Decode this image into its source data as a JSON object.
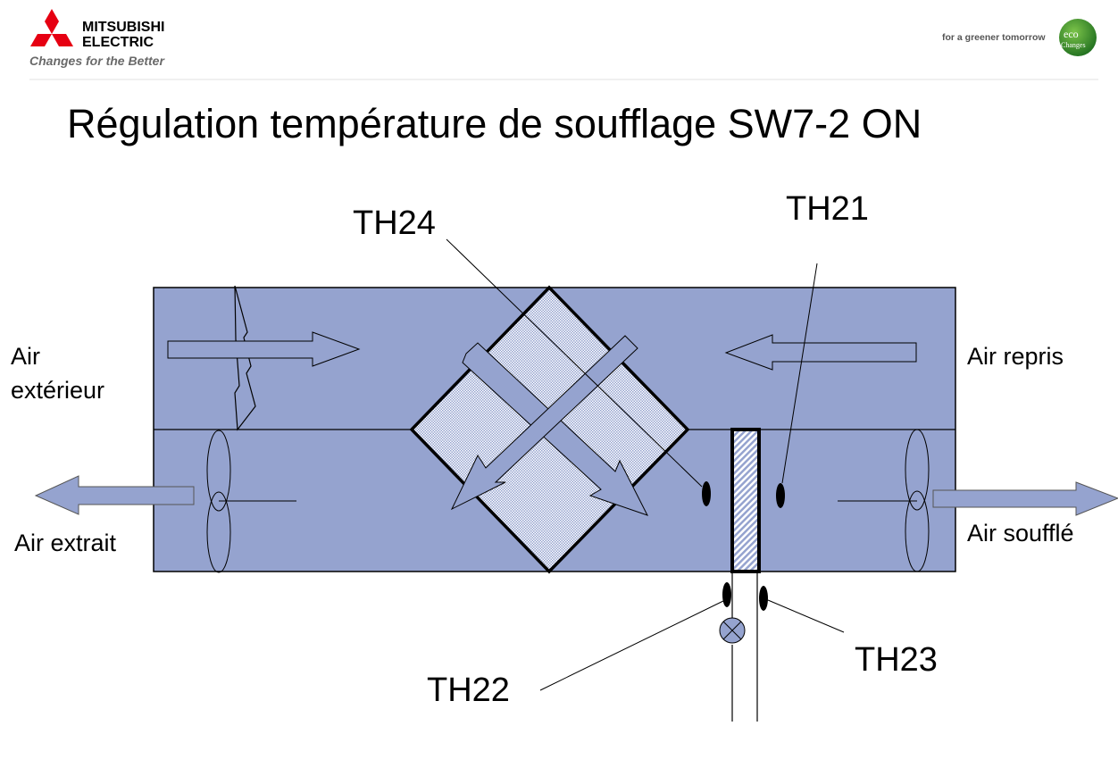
{
  "header": {
    "brand_line1": "MITSUBISHI",
    "brand_line2": "ELECTRIC",
    "brand_tagline": "Changes for the Better",
    "eco_tagline": "for a greener tomorrow",
    "eco_logo_text1": "eco",
    "eco_logo_text2": "Changes"
  },
  "title": "Régulation température de soufflage SW7-2 ON",
  "diagram": {
    "labels": {
      "air_exterieur_1": "Air",
      "air_exterieur_2": "extérieur",
      "air_repris": "Air repris",
      "air_extrait": "Air extrait",
      "air_souffle": "Air soufflé"
    },
    "sensors": {
      "th24": "TH24",
      "th21": "TH21",
      "th22": "TH22",
      "th23": "TH23"
    },
    "colors": {
      "duct_fill": "#95A3CF",
      "brand_red": "#E60012",
      "eco_green": "#2E8B2E"
    }
  }
}
